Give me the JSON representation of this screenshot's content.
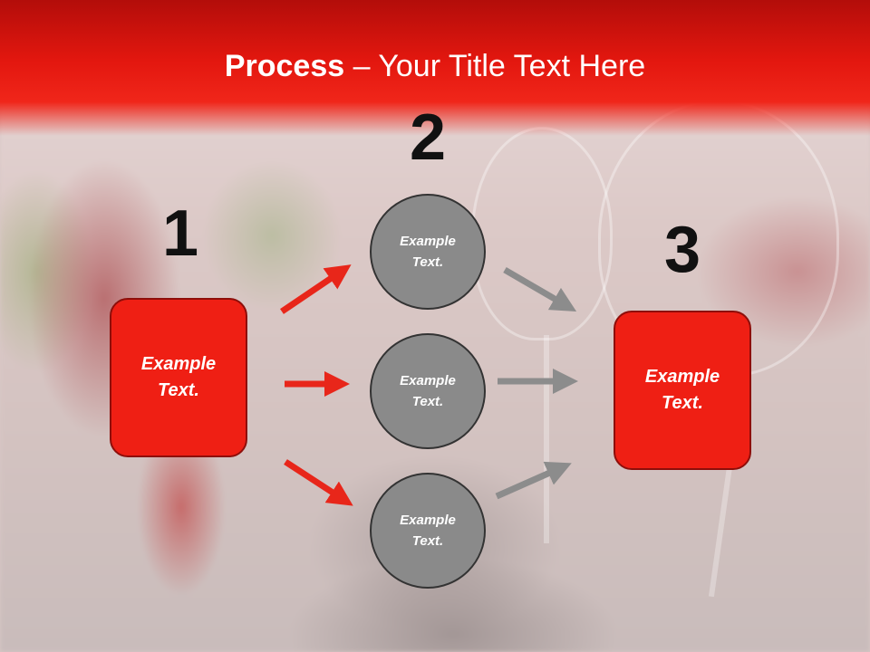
{
  "slide": {
    "title_bold": "Process",
    "title_rest": " – Your Title Text Here"
  },
  "steps": {
    "one": "1",
    "two": "2",
    "three": "3"
  },
  "nodes": {
    "left_box": "Example\nText.",
    "circle_top": "Example\nText.",
    "circle_middle": "Example\nText.",
    "circle_bottom": "Example\nText.",
    "right_box": "Example\nText."
  },
  "colors": {
    "header_red": "#e3170f",
    "box_red": "#ef1f14",
    "arrow_red": "#e8261a",
    "circle_gray": "#8a8a8a",
    "arrow_gray": "#8c8c8c"
  }
}
